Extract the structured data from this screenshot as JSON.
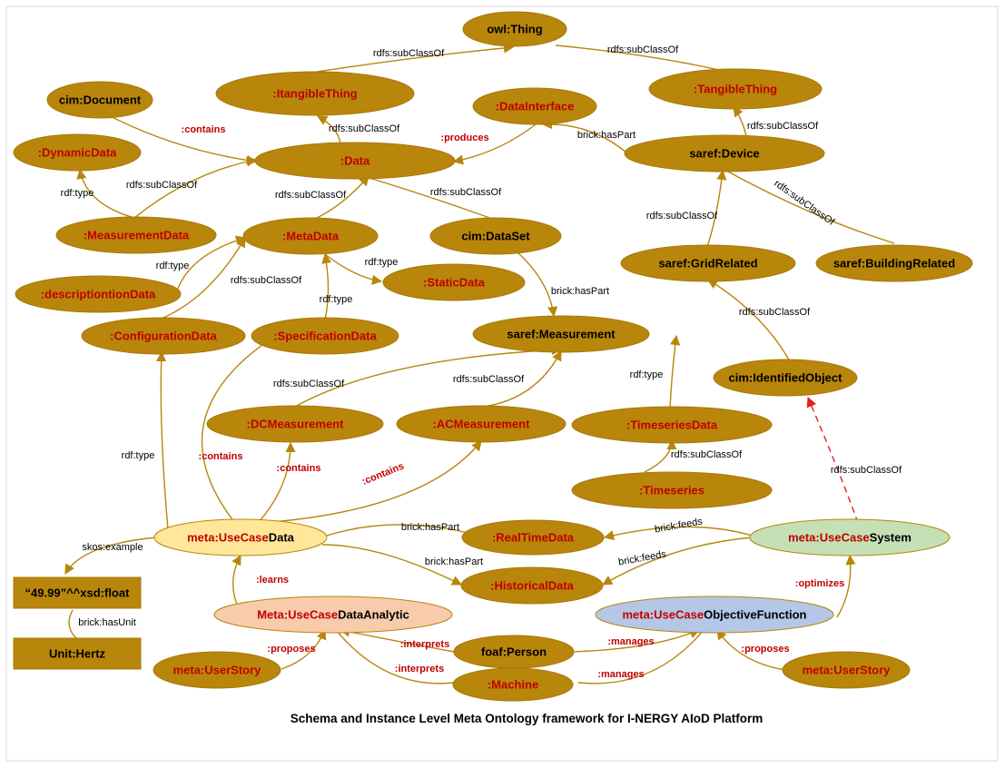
{
  "colors": {
    "gold": "#b8860b",
    "gold_stroke": "#a7790a",
    "red_text": "#c00000",
    "black_text": "#000000",
    "edge": "#b8860b",
    "dashed_edge": "#e02020",
    "yellow_fill": "#ffe699",
    "green_fill": "#c5e0b4",
    "salmon_fill": "#f8cbad",
    "blue_fill": "#b4c7e7"
  },
  "caption": "Schema and Instance Level Meta Ontology framework for I-NERGY AIoD Platform",
  "nodes": [
    {
      "id": "owlThing",
      "parts": [
        {
          "t": "owl:Thing",
          "c": "black"
        }
      ],
      "fill": "gold"
    },
    {
      "id": "itangible",
      "parts": [
        {
          "t": ":ItangibleThing",
          "c": "red"
        }
      ],
      "fill": "gold"
    },
    {
      "id": "tangible",
      "parts": [
        {
          "t": ":TangibleThing",
          "c": "red"
        }
      ],
      "fill": "gold"
    },
    {
      "id": "cimDocument",
      "parts": [
        {
          "t": "cim:Document",
          "c": "black"
        }
      ],
      "fill": "gold"
    },
    {
      "id": "dataInterface",
      "parts": [
        {
          "t": ":DataInterface",
          "c": "red"
        }
      ],
      "fill": "gold"
    },
    {
      "id": "dynamicData",
      "parts": [
        {
          "t": ":DynamicData",
          "c": "red"
        }
      ],
      "fill": "gold"
    },
    {
      "id": "data",
      "parts": [
        {
          "t": ":Data",
          "c": "red"
        }
      ],
      "fill": "gold"
    },
    {
      "id": "sarefDevice",
      "parts": [
        {
          "t": "saref:Device",
          "c": "black"
        }
      ],
      "fill": "gold"
    },
    {
      "id": "measurementData",
      "parts": [
        {
          "t": ":MeasurementData",
          "c": "red"
        }
      ],
      "fill": "gold"
    },
    {
      "id": "metaData",
      "parts": [
        {
          "t": ":MetaData",
          "c": "red"
        }
      ],
      "fill": "gold"
    },
    {
      "id": "cimDataSet",
      "parts": [
        {
          "t": "cim:DataSet",
          "c": "black"
        }
      ],
      "fill": "gold"
    },
    {
      "id": "gridRelated",
      "parts": [
        {
          "t": "saref:GridRelated",
          "c": "black"
        }
      ],
      "fill": "gold"
    },
    {
      "id": "buildingRelated",
      "parts": [
        {
          "t": "saref:BuildingRelated",
          "c": "black"
        }
      ],
      "fill": "gold"
    },
    {
      "id": "descriptionData",
      "parts": [
        {
          "t": ":descriptiontionData",
          "c": "red"
        }
      ],
      "fill": "gold"
    },
    {
      "id": "staticData",
      "parts": [
        {
          "t": ":StaticData",
          "c": "red"
        }
      ],
      "fill": "gold"
    },
    {
      "id": "configurationData",
      "parts": [
        {
          "t": ":ConfigurationData",
          "c": "red"
        }
      ],
      "fill": "gold"
    },
    {
      "id": "specificationData",
      "parts": [
        {
          "t": ":SpecificationData",
          "c": "red"
        }
      ],
      "fill": "gold"
    },
    {
      "id": "sarefMeasurement",
      "parts": [
        {
          "t": "saref:Measurement",
          "c": "black"
        }
      ],
      "fill": "gold"
    },
    {
      "id": "cimIdentified",
      "parts": [
        {
          "t": "cim:IdentifiedObject",
          "c": "black"
        }
      ],
      "fill": "gold"
    },
    {
      "id": "dcMeasurement",
      "parts": [
        {
          "t": ":DCMeasurement",
          "c": "red"
        }
      ],
      "fill": "gold"
    },
    {
      "id": "acMeasurement",
      "parts": [
        {
          "t": ":ACMeasurement",
          "c": "red"
        }
      ],
      "fill": "gold"
    },
    {
      "id": "timeseriesData",
      "parts": [
        {
          "t": ":TimeseriesData",
          "c": "red"
        }
      ],
      "fill": "gold"
    },
    {
      "id": "timeseries",
      "parts": [
        {
          "t": ":Timeseries",
          "c": "red"
        }
      ],
      "fill": "gold"
    },
    {
      "id": "useCaseData",
      "parts": [
        {
          "t": "meta:UseCase",
          "c": "red"
        },
        {
          "t": "Data",
          "c": "black"
        }
      ],
      "fill": "yellow"
    },
    {
      "id": "realTimeData",
      "parts": [
        {
          "t": ":RealTimeData",
          "c": "red"
        }
      ],
      "fill": "gold"
    },
    {
      "id": "historicalData",
      "parts": [
        {
          "t": ":HistoricalData",
          "c": "red"
        }
      ],
      "fill": "gold"
    },
    {
      "id": "useCaseSystem",
      "parts": [
        {
          "t": "meta:UseCase",
          "c": "red"
        },
        {
          "t": "System",
          "c": "black"
        }
      ],
      "fill": "green"
    },
    {
      "id": "useCaseDataAnalytic",
      "parts": [
        {
          "t": "Meta:UseCase",
          "c": "red"
        },
        {
          "t": "DataAnalytic",
          "c": "black"
        }
      ],
      "fill": "salmon"
    },
    {
      "id": "useCaseObjective",
      "parts": [
        {
          "t": "meta:UseCase",
          "c": "red"
        },
        {
          "t": "ObjectiveFunction",
          "c": "black"
        }
      ],
      "fill": "blue"
    },
    {
      "id": "userStory1",
      "parts": [
        {
          "t": "meta:UserStory",
          "c": "red"
        }
      ],
      "fill": "gold"
    },
    {
      "id": "foafPerson",
      "parts": [
        {
          "t": "foaf:Person",
          "c": "black"
        }
      ],
      "fill": "gold"
    },
    {
      "id": "machine",
      "parts": [
        {
          "t": ":Machine",
          "c": "red"
        }
      ],
      "fill": "gold"
    },
    {
      "id": "userStory2",
      "parts": [
        {
          "t": "meta:UserStory",
          "c": "red"
        }
      ],
      "fill": "gold"
    },
    {
      "id": "float",
      "parts": [
        {
          "t": "“49.99”^^xsd:float",
          "c": "black"
        }
      ],
      "fill": "gold"
    },
    {
      "id": "hertz",
      "parts": [
        {
          "t": "Unit:Hertz",
          "c": "black"
        }
      ],
      "fill": "gold"
    }
  ],
  "edge_labels": [
    {
      "id": "l1",
      "text": "rdfs:subClassOf",
      "c": "black"
    },
    {
      "id": "l2",
      "text": "rdfs:subClassOf",
      "c": "black"
    },
    {
      "id": "l3",
      "text": ":contains",
      "c": "red"
    },
    {
      "id": "l4",
      "text": "rdfs:subClassOf",
      "c": "black"
    },
    {
      "id": "l5",
      "text": "rdfs:subClassOf",
      "c": "black"
    },
    {
      "id": "l6",
      "text": ":produces",
      "c": "red"
    },
    {
      "id": "l7",
      "text": "brick:hasPart",
      "c": "black"
    },
    {
      "id": "l8",
      "text": "rdf:type",
      "c": "black"
    },
    {
      "id": "l9",
      "text": "rdfs:subClassOf",
      "c": "black"
    },
    {
      "id": "l10",
      "text": "rdfs:subClassOf",
      "c": "black"
    },
    {
      "id": "l11",
      "text": "rdfs:subClassOf",
      "c": "black"
    },
    {
      "id": "l12",
      "text": "rdfs:subClassOf",
      "c": "black"
    },
    {
      "id": "l13",
      "text": "rdfs:subClassOf",
      "c": "black"
    },
    {
      "id": "l14",
      "text": "rdf:type",
      "c": "black"
    },
    {
      "id": "l15",
      "text": "rdf:type",
      "c": "black"
    },
    {
      "id": "l16",
      "text": "rdfs:subClassOf",
      "c": "black"
    },
    {
      "id": "l17",
      "text": "rdf:type",
      "c": "black"
    },
    {
      "id": "l18",
      "text": "brick:hasPart",
      "c": "black"
    },
    {
      "id": "l19",
      "text": "rdfs:subClassOf",
      "c": "black"
    },
    {
      "id": "l20",
      "text": "rdfs:subClassOf",
      "c": "black"
    },
    {
      "id": "l21",
      "text": "rdfs:subClassOf",
      "c": "black"
    },
    {
      "id": "l22",
      "text": "rdf:type",
      "c": "black"
    },
    {
      "id": "l23",
      "text": "rdfs:subClassOf",
      "c": "black"
    },
    {
      "id": "l24",
      "text": "rdf:type",
      "c": "black"
    },
    {
      "id": "l25",
      "text": ":contains",
      "c": "red"
    },
    {
      "id": "l26",
      "text": ":contains",
      "c": "red"
    },
    {
      "id": "l27",
      "text": ":contains",
      "c": "red"
    },
    {
      "id": "l28",
      "text": "rdfs:subClassOf",
      "c": "black"
    },
    {
      "id": "l29",
      "text": "brick:hasPart",
      "c": "black"
    },
    {
      "id": "l30",
      "text": "brick:hasPart",
      "c": "black"
    },
    {
      "id": "l31",
      "text": "brick:feeds",
      "c": "black"
    },
    {
      "id": "l32",
      "text": "brick:feeds",
      "c": "black"
    },
    {
      "id": "l33",
      "text": "skos:example",
      "c": "black"
    },
    {
      "id": "l34",
      "text": ":learns",
      "c": "red"
    },
    {
      "id": "l35",
      "text": ":optimizes",
      "c": "red"
    },
    {
      "id": "l36",
      "text": "brick:hasUnit",
      "c": "black"
    },
    {
      "id": "l37",
      "text": ":proposes",
      "c": "red"
    },
    {
      "id": "l38",
      "text": ":interprets",
      "c": "red"
    },
    {
      "id": "l39",
      "text": ":manages",
      "c": "red"
    },
    {
      "id": "l40",
      "text": ":interprets",
      "c": "red"
    },
    {
      "id": "l41",
      "text": ":manages",
      "c": "red"
    },
    {
      "id": "l42",
      "text": ":proposes",
      "c": "red"
    }
  ]
}
